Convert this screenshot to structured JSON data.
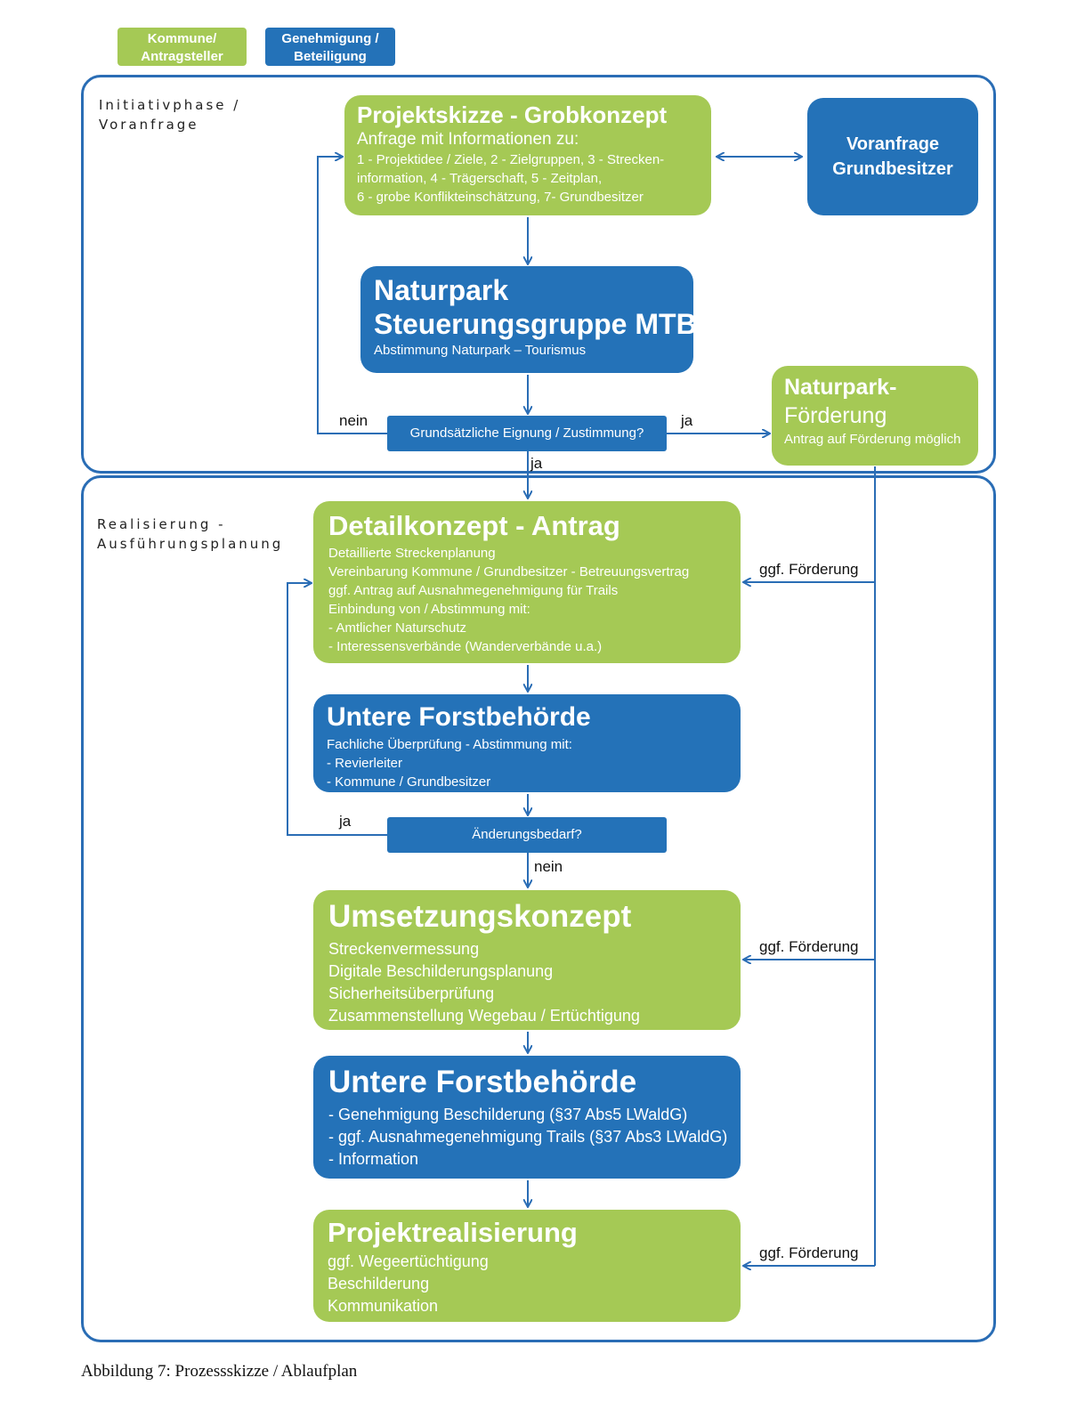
{
  "legend": {
    "green": "Kommune/\nAntragsteller",
    "blue": "Genehmigung /\nBeteiligung"
  },
  "colors": {
    "green": "#a5c955",
    "blue": "#2472b8",
    "frame": "#2a6db5"
  },
  "phases": {
    "initiativ": "Initiativphase /\nVoranfrage",
    "realisierung": "Realisierung -\nAusführungsplanung"
  },
  "projektskizze": {
    "title": "Projektskizze - Grobkonzept",
    "subtitle": "Anfrage mit Informationen zu:",
    "lines": [
      "1 - Projektidee / Ziele, 2 - Zielgruppen, 3 - Strecken-",
      "information, 4 - Trägerschaft, 5 - Zeitplan,",
      "6 - grobe Konflikteinschätzung, 7- Grundbesitzer"
    ]
  },
  "voranfrage": {
    "title": "Voranfrage\nGrundbesitzer"
  },
  "steuerung": {
    "title_line1": "Naturpark",
    "title_line2": "Steuerungsgruppe MTB",
    "subtitle": "Abstimmung Naturpark – Tourismus"
  },
  "decision1": {
    "label": "Grundsätzliche Eignung / Zustimmung?",
    "no": "nein",
    "yes_right": "ja",
    "yes_down": "ja"
  },
  "foerderung": {
    "title_line1": "Naturpark-",
    "title_line2": "Förderung",
    "subtitle": "Antrag auf Förderung möglich"
  },
  "detailkonzept": {
    "title": "Detailkonzept - Antrag",
    "lines": [
      "Detaillierte Streckenplanung",
      "Vereinbarung Kommune / Grundbesitzer -  Betreuungsvertrag",
      "ggf. Antrag auf  Ausnahmegenehmigung für Trails",
      "Einbindung von / Abstimmung mit:",
      "-    Amtlicher Naturschutz",
      "-    Interessensverbände (Wanderverbände u.a.)"
    ]
  },
  "forst1": {
    "title": "Untere Forstbehörde",
    "lines": [
      "Fachliche Überprüfung - Abstimmung mit:",
      "-    Revierleiter",
      "-    Kommune / Grundbesitzer"
    ]
  },
  "decision2": {
    "label": "Änderungsbedarf?",
    "yes": "ja",
    "no": "nein"
  },
  "umsetzung": {
    "title": "Umsetzungskonzept",
    "lines": [
      "Streckenvermessung",
      "Digitale Beschilderungsplanung",
      "Sicherheitsüberprüfung",
      "Zusammenstellung Wegebau / Ertüchtigung"
    ]
  },
  "forst2": {
    "title": "Untere Forstbehörde",
    "lines": [
      "-   Genehmigung Beschilderung (§37 Abs5  LWaldG)",
      "-   ggf. Ausnahmegenehmigung Trails  (§37 Abs3  LWaldG)",
      "-   Information"
    ]
  },
  "realisierung": {
    "title": "Projektrealisierung",
    "lines": [
      "ggf. Wegeertüchtigung",
      "Beschilderung",
      "Kommunikation"
    ]
  },
  "funding_label": "ggf. Förderung",
  "caption": "Abbildung 7: Prozessskizze / Ablaufplan"
}
